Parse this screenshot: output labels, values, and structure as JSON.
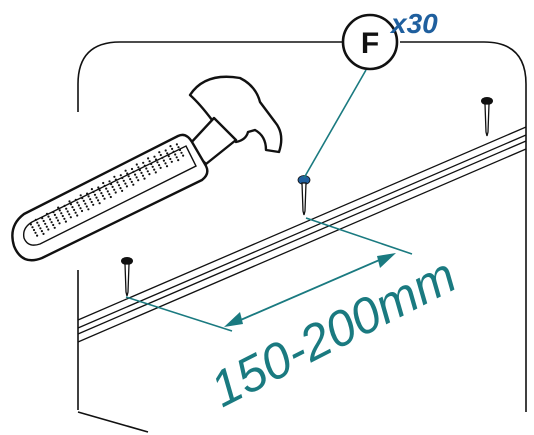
{
  "part_callout": {
    "letter": "F",
    "quantity": "x30"
  },
  "dimension": {
    "label": "150-200mm"
  },
  "icons": {
    "tool": "hammer-icon",
    "fastener": "nail-icon"
  },
  "colors": {
    "accent": "#1a7a80",
    "quantity": "#1f5f9e",
    "nail_head_highlight": "#1f5f9e",
    "outline": "#111111"
  }
}
